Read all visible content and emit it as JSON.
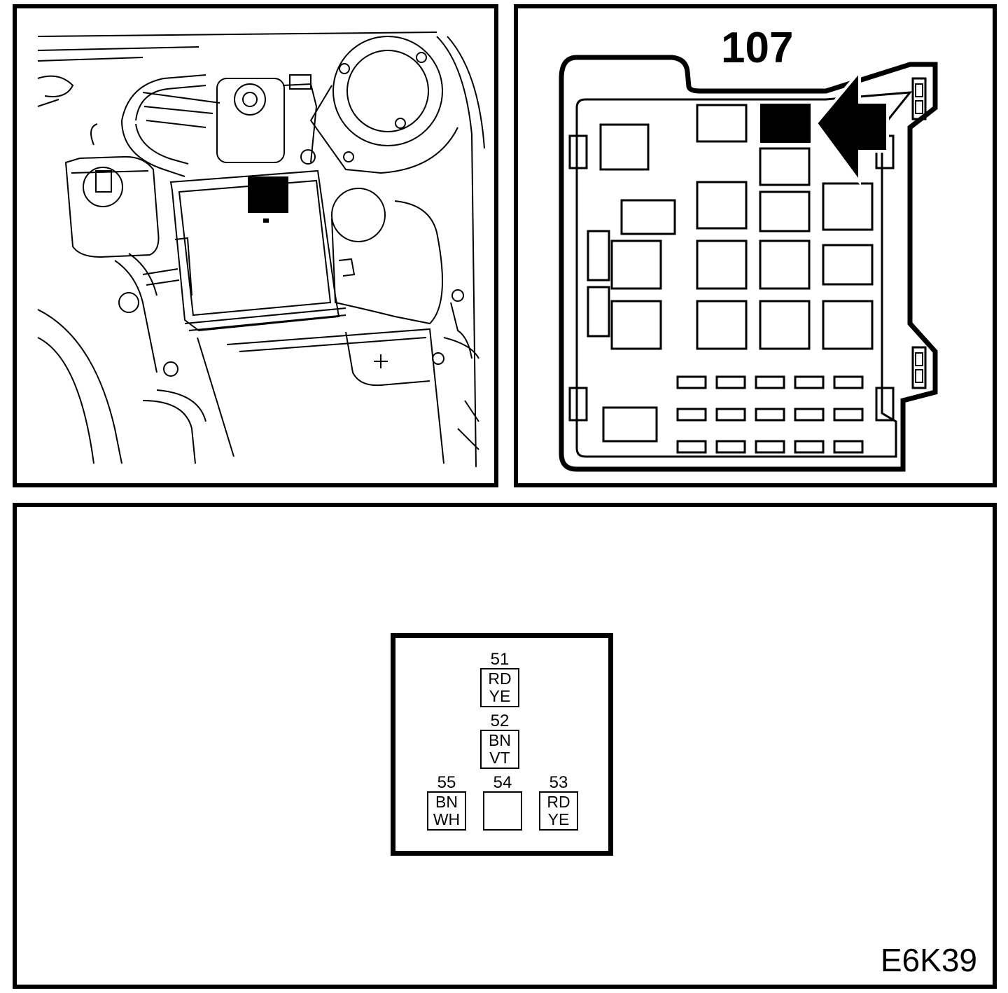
{
  "fuse_box": {
    "number": "107"
  },
  "connector": {
    "pins": [
      {
        "number": "51",
        "wire_top": "RD",
        "wire_bottom": "YE"
      },
      {
        "number": "52",
        "wire_top": "BN",
        "wire_bottom": "VT"
      },
      {
        "number": "55",
        "wire_top": "BN",
        "wire_bottom": "WH"
      },
      {
        "number": "54",
        "wire_top": "",
        "wire_bottom": ""
      },
      {
        "number": "53",
        "wire_top": "RD",
        "wire_bottom": "YE"
      }
    ]
  },
  "figure_code": "E6K39",
  "colors": {
    "line": "#000000",
    "background": "#ffffff",
    "highlight": "#000000"
  },
  "icons": {
    "locator_arrow": "arrow-left-icon",
    "battery_positive": "plus-icon"
  }
}
